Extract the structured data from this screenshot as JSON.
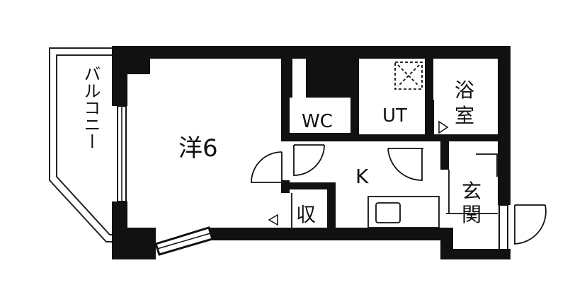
{
  "rooms": {
    "balcony": "バルコニー",
    "western_room": "洋6",
    "wc": "WC",
    "ut": "UT",
    "bath_1": "浴",
    "bath_2": "室",
    "kitchen": "K",
    "storage": "収",
    "entrance_1": "玄",
    "entrance_2": "関"
  },
  "colors": {
    "wall": "#111111",
    "line": "#222222",
    "background": "#ffffff"
  }
}
